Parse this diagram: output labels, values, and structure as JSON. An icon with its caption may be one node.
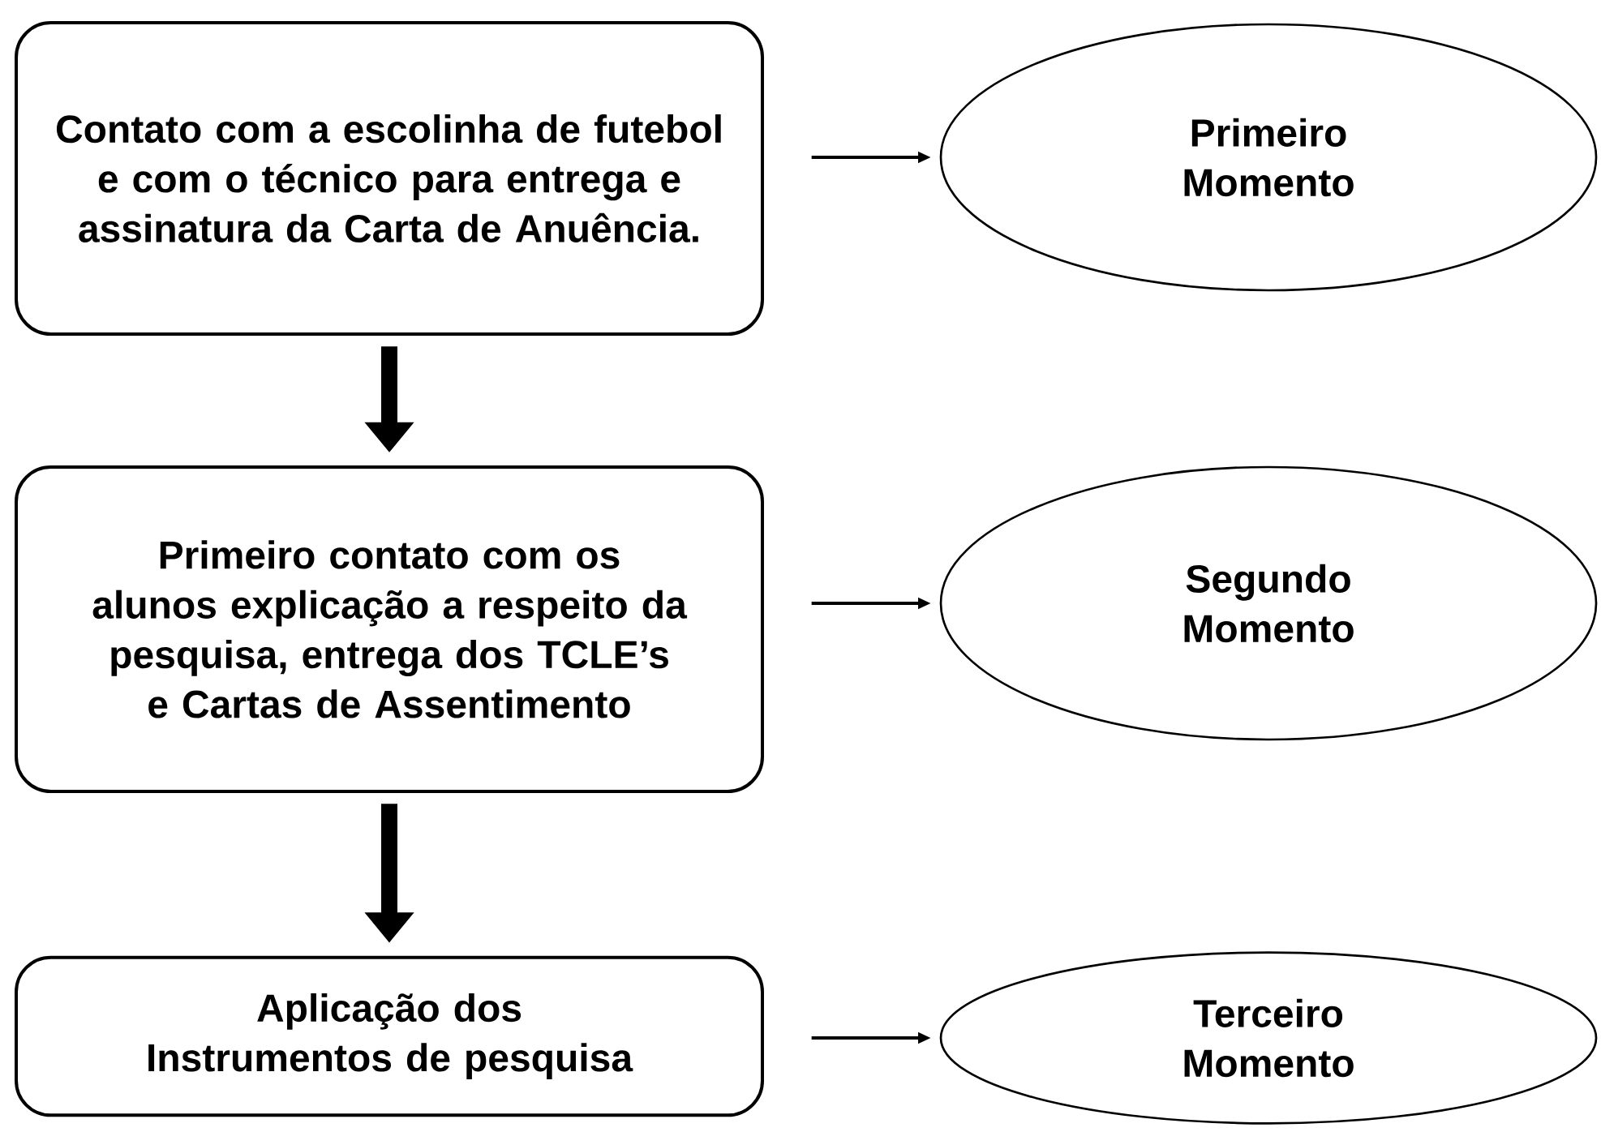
{
  "diagram": {
    "nodes": [
      {
        "text": [
          "Contato com a escolinha de futebol e com o técnico para entrega e assinatura da Carta de Anuência."
        ]
      },
      {
        "text": [
          "Primeiro Momento"
        ]
      },
      {
        "text": [
          "Primeiro contato com os alunos explicação a respeito da pesquisa, entrega dos TCLE’s e Cartas de Assentimento"
        ]
      },
      {
        "text": [
          "Segundo Momento"
        ]
      },
      {
        "text": [
          "Aplicação dos Instrumentos de pesquisa"
        ]
      },
      {
        "text": [
          "Terceiro Momento"
        ]
      }
    ],
    "edges": [
      {
        "from": 0,
        "to": 1,
        "arrow": "to"
      },
      {
        "from": 0,
        "to": 2,
        "arrow": "to",
        "style": "thick"
      },
      {
        "from": 2,
        "to": 3,
        "arrow": "to"
      },
      {
        "from": 2,
        "to": 4,
        "arrow": "to",
        "style": "thick"
      },
      {
        "from": 4,
        "to": 5,
        "arrow": "to"
      }
    ]
  }
}
